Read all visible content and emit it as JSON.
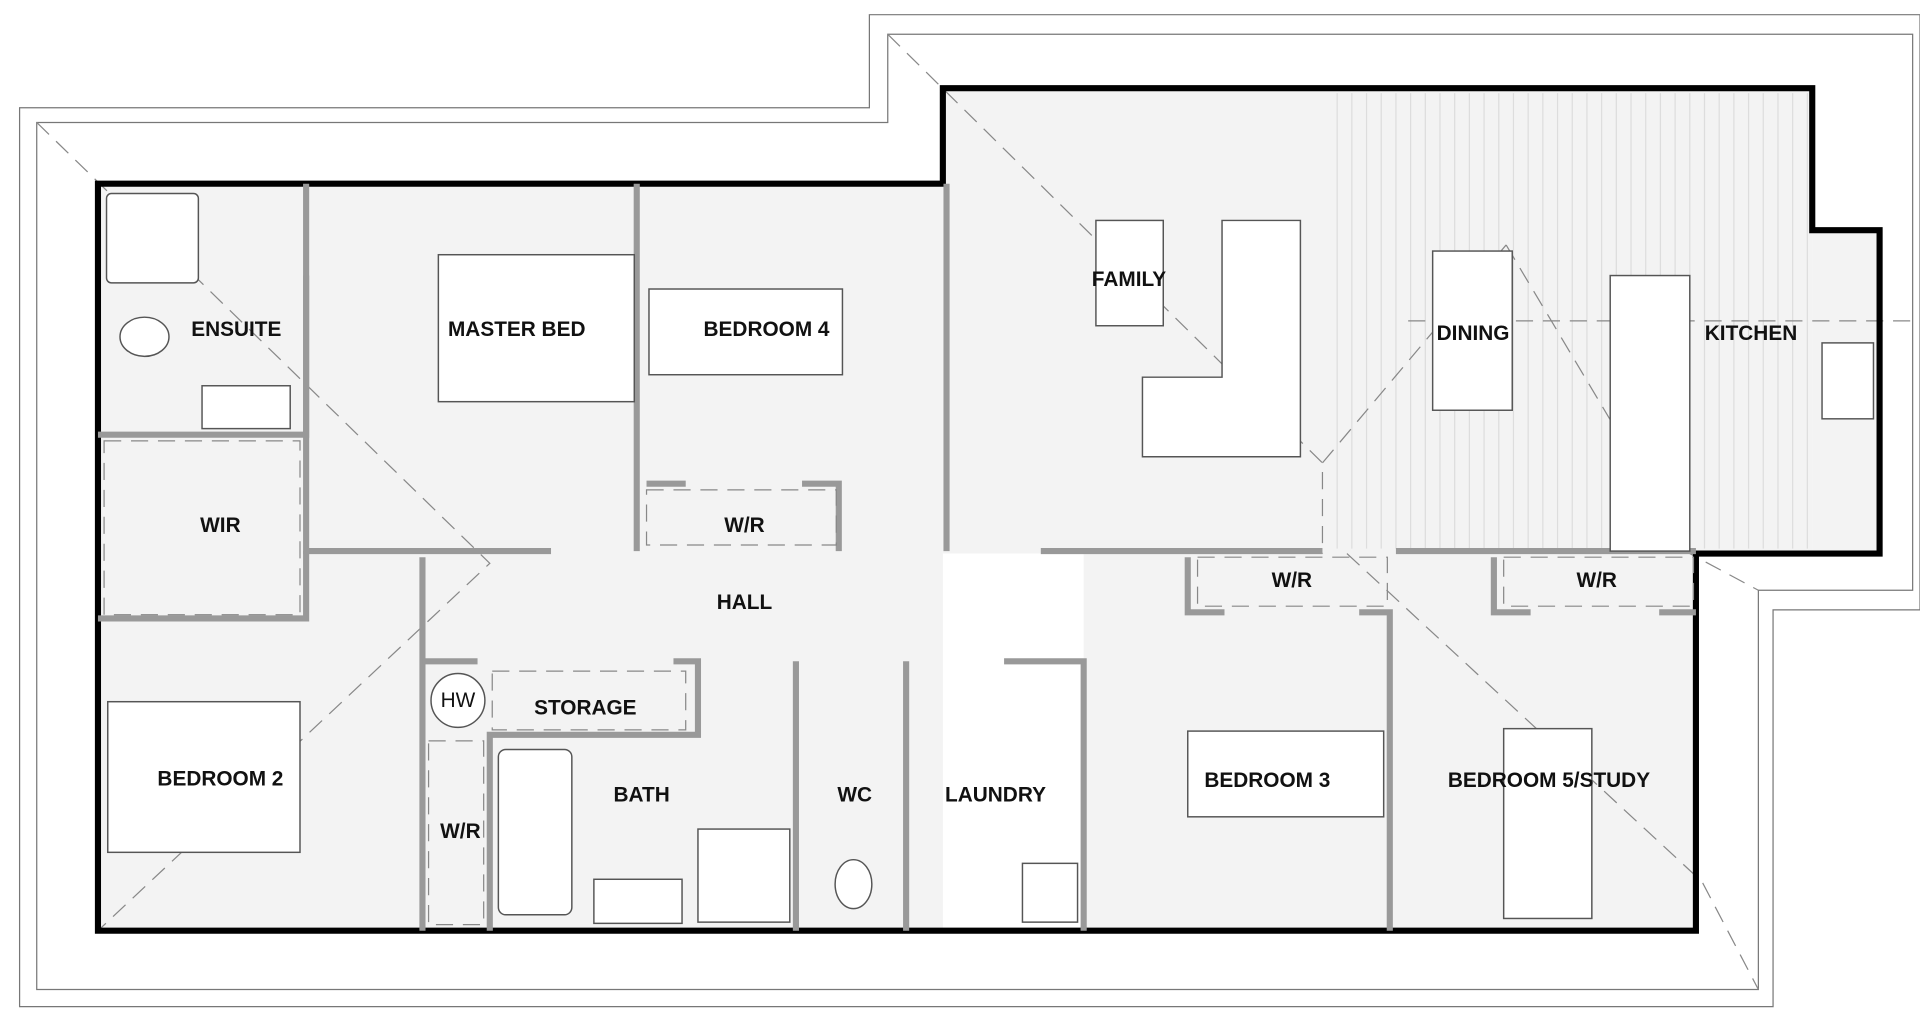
{
  "plan": {
    "rooms": {
      "ensuite": "ENSUITE",
      "master_bed": "MASTER BED",
      "bedroom_4": "BEDROOM 4",
      "family": "FAMILY",
      "dining": "DINING",
      "kitchen": "KITCHEN",
      "wir": "WIR",
      "wr_bed4": "W/R",
      "hall": "HALL",
      "wr_bed3": "W/R",
      "wr_bed5": "W/R",
      "hw": "HW",
      "storage": "STORAGE",
      "bedroom_2": "BEDROOM 2",
      "wr_bed2": "W/R",
      "bath": "BATH",
      "wc": "WC",
      "laundry": "LAUNDRY",
      "bedroom_3": "BEDROOM 3",
      "bedroom_5": "BEDROOM 5/STUDY"
    },
    "colors": {
      "wall": "#000000",
      "partition": "#999999",
      "floor": "#f3f3f3"
    }
  }
}
